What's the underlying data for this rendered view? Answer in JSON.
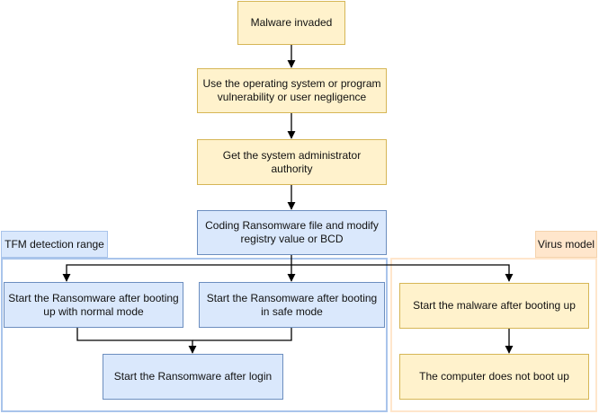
{
  "colors": {
    "yellow_fill": "#fff2cc",
    "yellow_border": "#d6b656",
    "blue_fill": "#dae8fc",
    "blue_border": "#6c8ebf",
    "tfm_region_border": "#a9c4eb",
    "tfm_label_fill": "#dae8fc",
    "virus_region_border": "#ffe6cc",
    "virus_label_fill": "#ffe6cc",
    "edge": "#000000"
  },
  "nodes": {
    "malware_invaded": "Malware invaded",
    "vulnerability": "Use the operating system or program vulnerability or user negligence",
    "admin_authority": "Get the system administrator authority",
    "coding_ransomware": "Coding Ransomware file and modify registry value or BCD",
    "normal_mode": "Start the Ransomware after booting up with normal mode",
    "safe_mode": "Start the Ransomware after booting in safe mode",
    "after_login": "Start the Ransomware after login",
    "malware_boot": "Start the malware after booting up",
    "no_boot": "The computer does not boot up"
  },
  "regions": {
    "tfm_label": "TFM detection range",
    "virus_label": "Virus model"
  }
}
